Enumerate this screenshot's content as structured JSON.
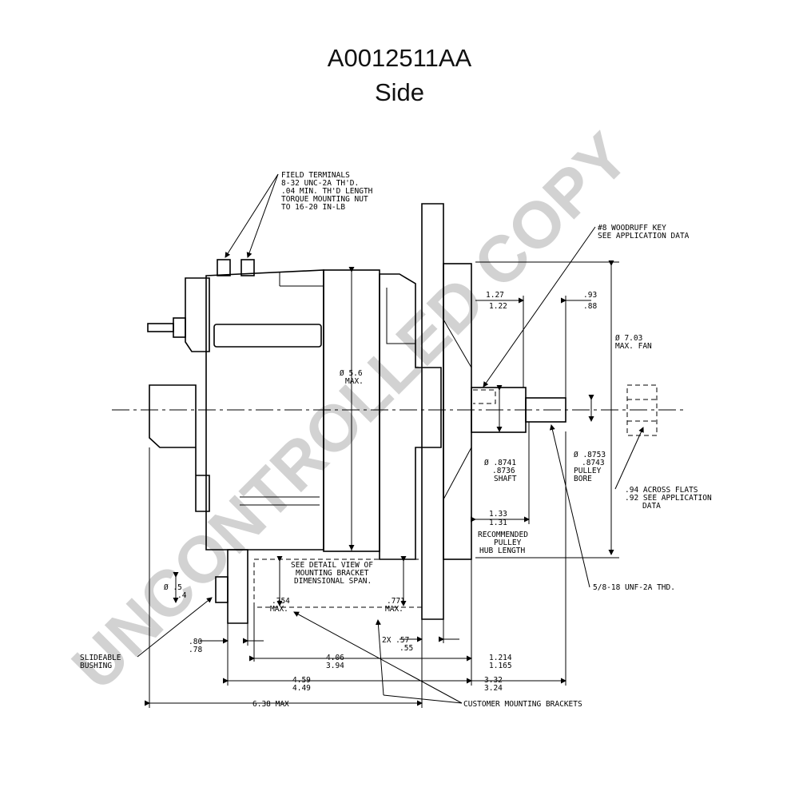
{
  "title": {
    "part_number": "A0012511AA",
    "view": "Side"
  },
  "watermark": {
    "text": "UNCONTROLLED COPY",
    "color": "#d2d2d2"
  },
  "callouts": {
    "field_terminals": [
      "FIELD TERMINALS",
      "8-32 UNC-2A TH'D.",
      ".04 MIN. TH'D LENGTH",
      "TORQUE MOUNTING NUT",
      "TO 16-20 IN-LB"
    ],
    "woodruff_key": [
      "#8 WOODRUFF KEY",
      "SEE APPLICATION DATA"
    ],
    "fan_diameter": [
      "Ø 7.03",
      "MAX. FAN"
    ],
    "body_diameter": [
      "Ø 5.6",
      "MAX."
    ],
    "shaft": [
      "Ø .8741",
      ".8736",
      "SHAFT"
    ],
    "pulley_bore": [
      "Ø .8753",
      ".8743",
      "PULLEY",
      "BORE"
    ],
    "across_flats": [
      ".94 ACROSS FLATS",
      ".92 SEE APPLICATION",
      "DATA"
    ],
    "hub_length": [
      "1.33",
      "1.31",
      "RECOMMENDED",
      "PULLEY",
      "HUB LENGTH"
    ],
    "thread": "5/8-18 UNF-2A THD.",
    "detail_view": [
      "SEE DETAIL VIEW OF",
      "MOUNTING BRACKET",
      "DIMENSIONAL SPAN."
    ],
    "bracket_left": [
      ".754",
      "MAX."
    ],
    "bracket_right": [
      ".771",
      "MAX."
    ],
    "bushing": [
      "SLIDEABLE",
      "BUSHING"
    ],
    "bushing_dia": [
      "Ø .5",
      ".4"
    ],
    "customer_brackets": "CUSTOMER MOUNTING BRACKETS"
  },
  "dimensions": {
    "top_a": [
      "1.27",
      "1.22"
    ],
    "top_b": [
      ".93",
      ".88"
    ],
    "d_080": [
      ".80",
      ".78"
    ],
    "d_406": [
      "4.06",
      "3.94"
    ],
    "d_2x": [
      "2X .57",
      ".55"
    ],
    "d_1214": [
      "1.214",
      "1.165"
    ],
    "d_459": [
      "4.59",
      "4.49"
    ],
    "d_332": [
      "3.32",
      "3.24"
    ],
    "d_638": "6.38 MAX"
  }
}
